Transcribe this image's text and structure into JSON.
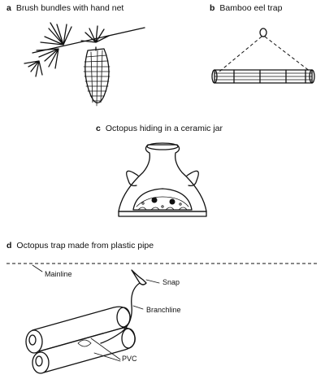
{
  "panels": [
    {
      "letter": "a",
      "caption": "Brush bundles with hand net"
    },
    {
      "letter": "b",
      "caption": "Bamboo eel trap"
    },
    {
      "letter": "c",
      "caption": "Octopus hiding in a ceramic jar"
    },
    {
      "letter": "d",
      "caption": "Octopus trap made from plastic pipe"
    }
  ],
  "labels": {
    "mainline": "Mainline",
    "snap": "Snap",
    "branchline": "Branchline",
    "pvc": "PVC"
  }
}
